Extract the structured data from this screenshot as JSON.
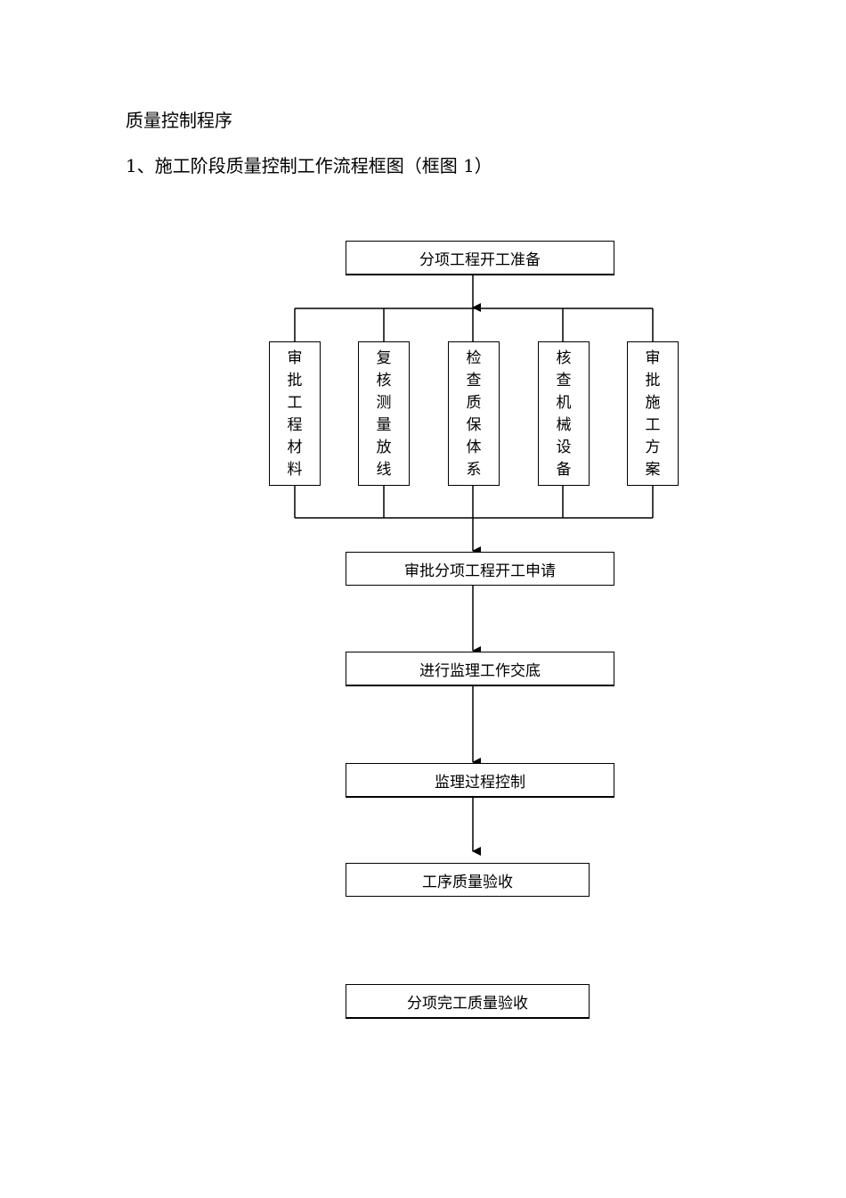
{
  "document": {
    "title": "质量控制程序",
    "subtitle": "1、施工阶段质量控制工作流程框图（框图 1）"
  },
  "flowchart": {
    "start": "分项工程开工准备",
    "branches": [
      "审批工程材料",
      "复核测量放线",
      "检查质保体系",
      "核查机械设备",
      "审批施工方案"
    ],
    "steps": [
      "审批分项工程开工申请",
      "进行监理工作交底",
      "监理过程控制",
      "工序质量验收",
      "分项完工质量验收"
    ]
  }
}
